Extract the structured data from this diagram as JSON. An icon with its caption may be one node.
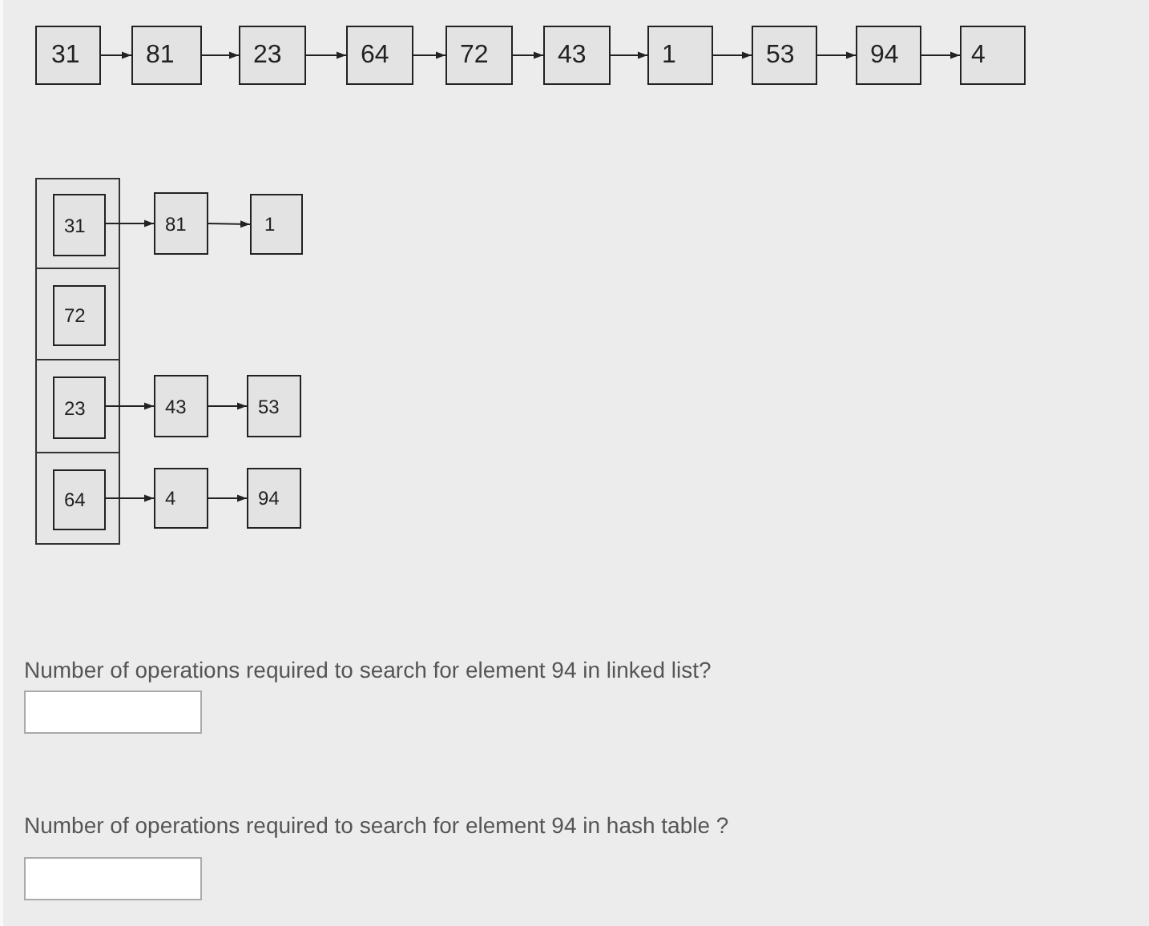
{
  "diagram": {
    "nodes": [
      {
        "text": [
          "31"
        ]
      },
      {
        "text": [
          "81"
        ]
      },
      {
        "text": [
          "23"
        ]
      },
      {
        "text": [
          "64"
        ]
      },
      {
        "text": [
          "72"
        ]
      },
      {
        "text": [
          "43"
        ]
      },
      {
        "text": [
          "1"
        ]
      },
      {
        "text": [
          "53"
        ]
      },
      {
        "text": [
          "94"
        ]
      },
      {
        "text": [
          "4"
        ]
      },
      {
        "text": [],
        "shape": "box"
      },
      {
        "text": [
          "31"
        ],
        "in": 10
      },
      {
        "text": [
          "81"
        ]
      },
      {
        "text": [
          "1"
        ]
      },
      {
        "text": [],
        "shape": "box"
      },
      {
        "text": [
          "72"
        ],
        "in": 14
      },
      {
        "text": [],
        "shape": "box"
      },
      {
        "text": [
          "23"
        ],
        "in": 16
      },
      {
        "text": [
          "43"
        ]
      },
      {
        "text": [
          "53"
        ]
      },
      {
        "text": [],
        "shape": "box"
      },
      {
        "text": [
          "64"
        ],
        "in": 20
      },
      {
        "text": [
          "4"
        ]
      },
      {
        "text": [
          "94"
        ]
      }
    ],
    "edges": [
      {
        "from": 0,
        "to": 1,
        "arrow": "to"
      },
      {
        "from": 1,
        "to": 2,
        "arrow": "to"
      },
      {
        "from": 2,
        "to": 3,
        "arrow": "to"
      },
      {
        "from": 3,
        "to": 4,
        "arrow": "to"
      },
      {
        "from": 4,
        "to": 5,
        "arrow": "to"
      },
      {
        "from": 5,
        "to": 6,
        "arrow": "to"
      },
      {
        "from": 6,
        "to": 7,
        "arrow": "to"
      },
      {
        "from": 7,
        "to": 8,
        "arrow": "to"
      },
      {
        "from": 8,
        "to": 9,
        "arrow": "to"
      },
      {
        "from": 11,
        "to": 12,
        "arrow": "to"
      },
      {
        "from": 12,
        "to": 13,
        "arrow": "to"
      },
      {
        "from": 17,
        "to": 18,
        "arrow": "to"
      },
      {
        "from": 18,
        "to": 19,
        "arrow": "to"
      },
      {
        "from": 21,
        "to": 22,
        "arrow": "to"
      },
      {
        "from": 22,
        "to": 23,
        "arrow": "to"
      }
    ],
    "labels": [
      "Number of operations required to search for element 94 in linked list?",
      "Number of operations required to search for element 94 in hash table ?"
    ]
  }
}
